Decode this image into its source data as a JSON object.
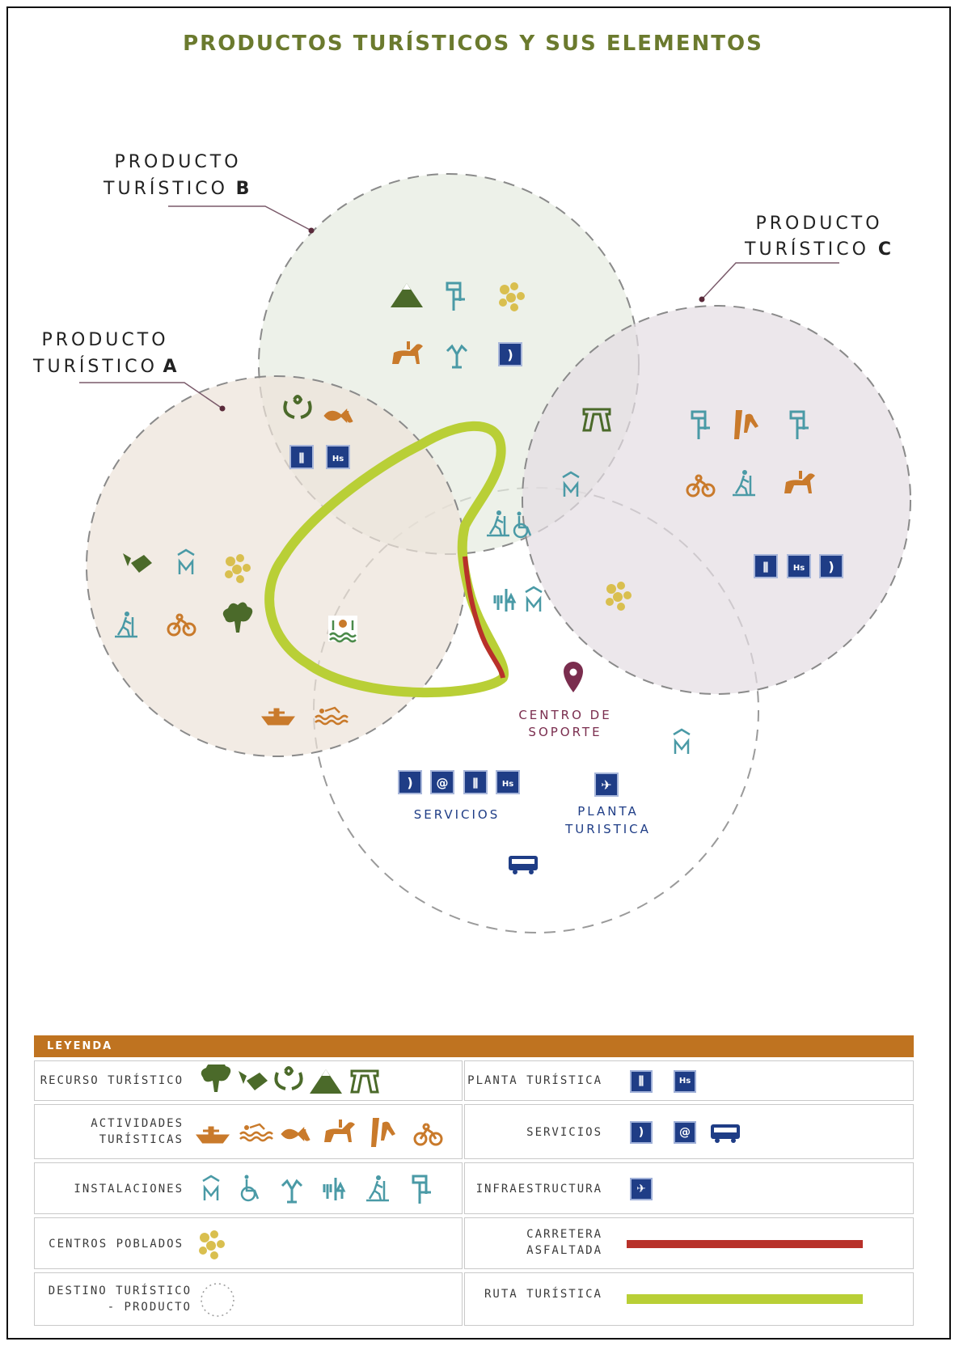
{
  "title": "PRODUCTOS TURÍSTICOS Y SUS ELEMENTOS",
  "products": {
    "a": {
      "line1": "PRODUCTO",
      "line2": "TURÍSTICO",
      "letter": "A"
    },
    "b": {
      "line1": "PRODUCTO",
      "line2": "TURÍSTICO",
      "letter": "B"
    },
    "c": {
      "line1": "PRODUCTO",
      "line2": "TURÍSTICO",
      "letter": "C"
    }
  },
  "centro": {
    "line1": "CENTRO DE",
    "line2": "SOPORTE"
  },
  "servicios_label": "SERVICIOS",
  "planta": {
    "line1": "PLANTA",
    "line2": "TURISTICA"
  },
  "colors": {
    "title": "#6b7a2e",
    "recurso": "#4b6a2a",
    "actividad": "#c97a2b",
    "instalacion": "#4a9aa6",
    "poblado": "#d9bf4f",
    "servicio": "#1f3d86",
    "ruta": "#b9cf36",
    "carretera": "#b8312a",
    "pin": "#7a2d4e"
  },
  "legend": {
    "header": "LEYENDA",
    "left": [
      {
        "label": "RECURSO TURÍSTICO",
        "icons": [
          "tree-icon",
          "plant-icon",
          "hands-icon",
          "mountain-icon",
          "arch-icon"
        ]
      },
      {
        "label1": "ACTIVIDADES",
        "label2": "TURÍSTICAS",
        "icons": [
          "boat-icon",
          "swim-icon",
          "fishing-icon",
          "horse-icon",
          "climbing-icon",
          "bike-icon"
        ]
      },
      {
        "label": "INSTALACIONES",
        "icons": [
          "museum-icon",
          "wheelchair-icon",
          "viewpoint-icon",
          "restroom-icon",
          "hiker-icon",
          "lookout-icon"
        ]
      },
      {
        "label": "CENTROS POBLADOS",
        "icons": [
          "population-icon"
        ]
      },
      {
        "label1": "DESTINO TURÍSTICO",
        "label2": "- PRODUCTO",
        "icons": [
          "dotted-circle-icon"
        ]
      }
    ],
    "right": [
      {
        "label": "PLANTA TURÍSTICA",
        "icons": [
          "restaurant-icon",
          "hotel-icon"
        ]
      },
      {
        "label": "SERVICIOS",
        "icons": [
          "phone-icon",
          "internet-icon",
          "bus-icon"
        ]
      },
      {
        "label": "INFRAESTRUCTURA",
        "icons": [
          "airport-icon"
        ]
      },
      {
        "label1": "CARRETERA",
        "label2": "ASFALTADA",
        "icons": [
          "road-line-icon"
        ]
      },
      {
        "label": "RUTA TURÍSTICA",
        "icons": [
          "route-line-icon"
        ]
      }
    ]
  }
}
